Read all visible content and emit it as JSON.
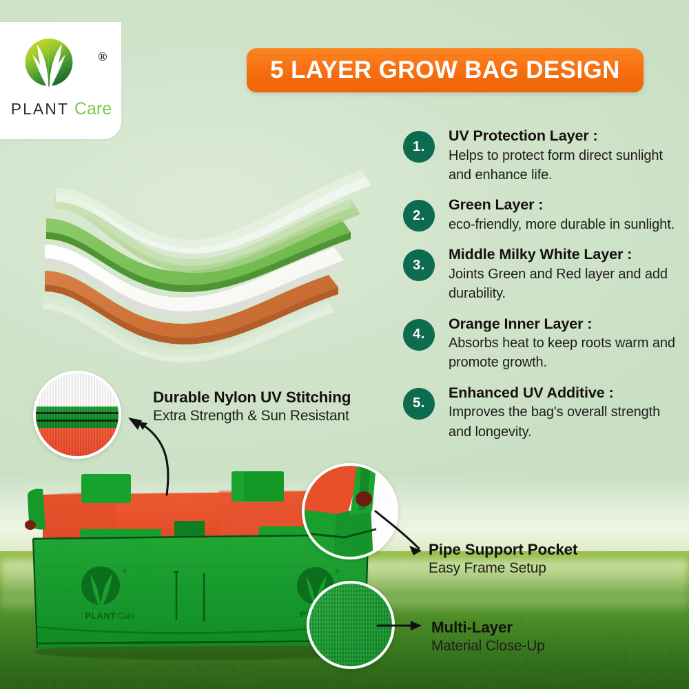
{
  "brand": {
    "name_primary": "PLANT",
    "name_secondary": "Care",
    "registered_mark": "®",
    "logo_icon": "leaf-circle-logo"
  },
  "header": {
    "title": "5 LAYER GROW BAG DESIGN",
    "banner_color": "#f7761a",
    "title_color": "#ffffff"
  },
  "theme": {
    "background": "#cfe3c9",
    "badge_color": "#0d6b4f",
    "grass_color": "#3c7c1e",
    "text_color": "#14110f",
    "green_layer": "#7ac05a",
    "orange_layer": "#d4763f",
    "white_layer": "#ffffff"
  },
  "layers_illustration": {
    "alt": "exploded stack of five wavy material layers",
    "layers": [
      {
        "name": "uv-protection-layer",
        "color": "#ffffff",
        "opacity": 0.55
      },
      {
        "name": "green-layer",
        "color": "#9ccb7c",
        "opacity": 0.75
      },
      {
        "name": "green-solid-layer",
        "color": "#74bb52",
        "opacity": 1
      },
      {
        "name": "milky-white-layer",
        "color": "#ffffff",
        "opacity": 1
      },
      {
        "name": "orange-inner-layer",
        "color": "#d2763e",
        "opacity": 1
      },
      {
        "name": "uv-additive-layer",
        "color": "#ffffff",
        "opacity": 0.4
      }
    ]
  },
  "features": [
    {
      "number": "1.",
      "heading": "UV Protection Layer :",
      "body": "Helps to protect form direct sunlight and enhance life."
    },
    {
      "number": "2.",
      "heading": "Green Layer :",
      "body": "eco-friendly, more durable in sunlight."
    },
    {
      "number": "3.",
      "heading": "Middle Milky White Layer  :",
      "body": "Joints Green and Red layer and add durability."
    },
    {
      "number": "4.",
      "heading": "Orange Inner Layer :",
      "body": "Absorbs heat to keep roots warm and promote growth."
    },
    {
      "number": "5.",
      "heading": "Enhanced UV Additive :",
      "body": "Improves the bag's overall strength and longevity."
    }
  ],
  "callouts": {
    "stitching": {
      "heading": "Durable Nylon UV Stitching",
      "subheading": "Extra Strength & Sun Resistant",
      "zoom_image": "stitching-close-up"
    },
    "pipe_pocket": {
      "heading": "Pipe Support Pocket",
      "subheading": "Easy Frame Setup",
      "zoom_image": "pipe-pocket-close-up"
    },
    "multi_layer": {
      "heading": "Multi-Layer",
      "subheading": "Material Close-Up",
      "zoom_image": "fabric-weave-close-up"
    }
  },
  "product_photo": {
    "alt": "rectangular green grow bag with orange inner lining",
    "bag_outer_color": "#19a02f",
    "bag_inner_color": "#e8502b",
    "printed_brand_primary": "PLANT",
    "printed_brand_secondary": "Care",
    "printed_registered_mark": "®"
  }
}
